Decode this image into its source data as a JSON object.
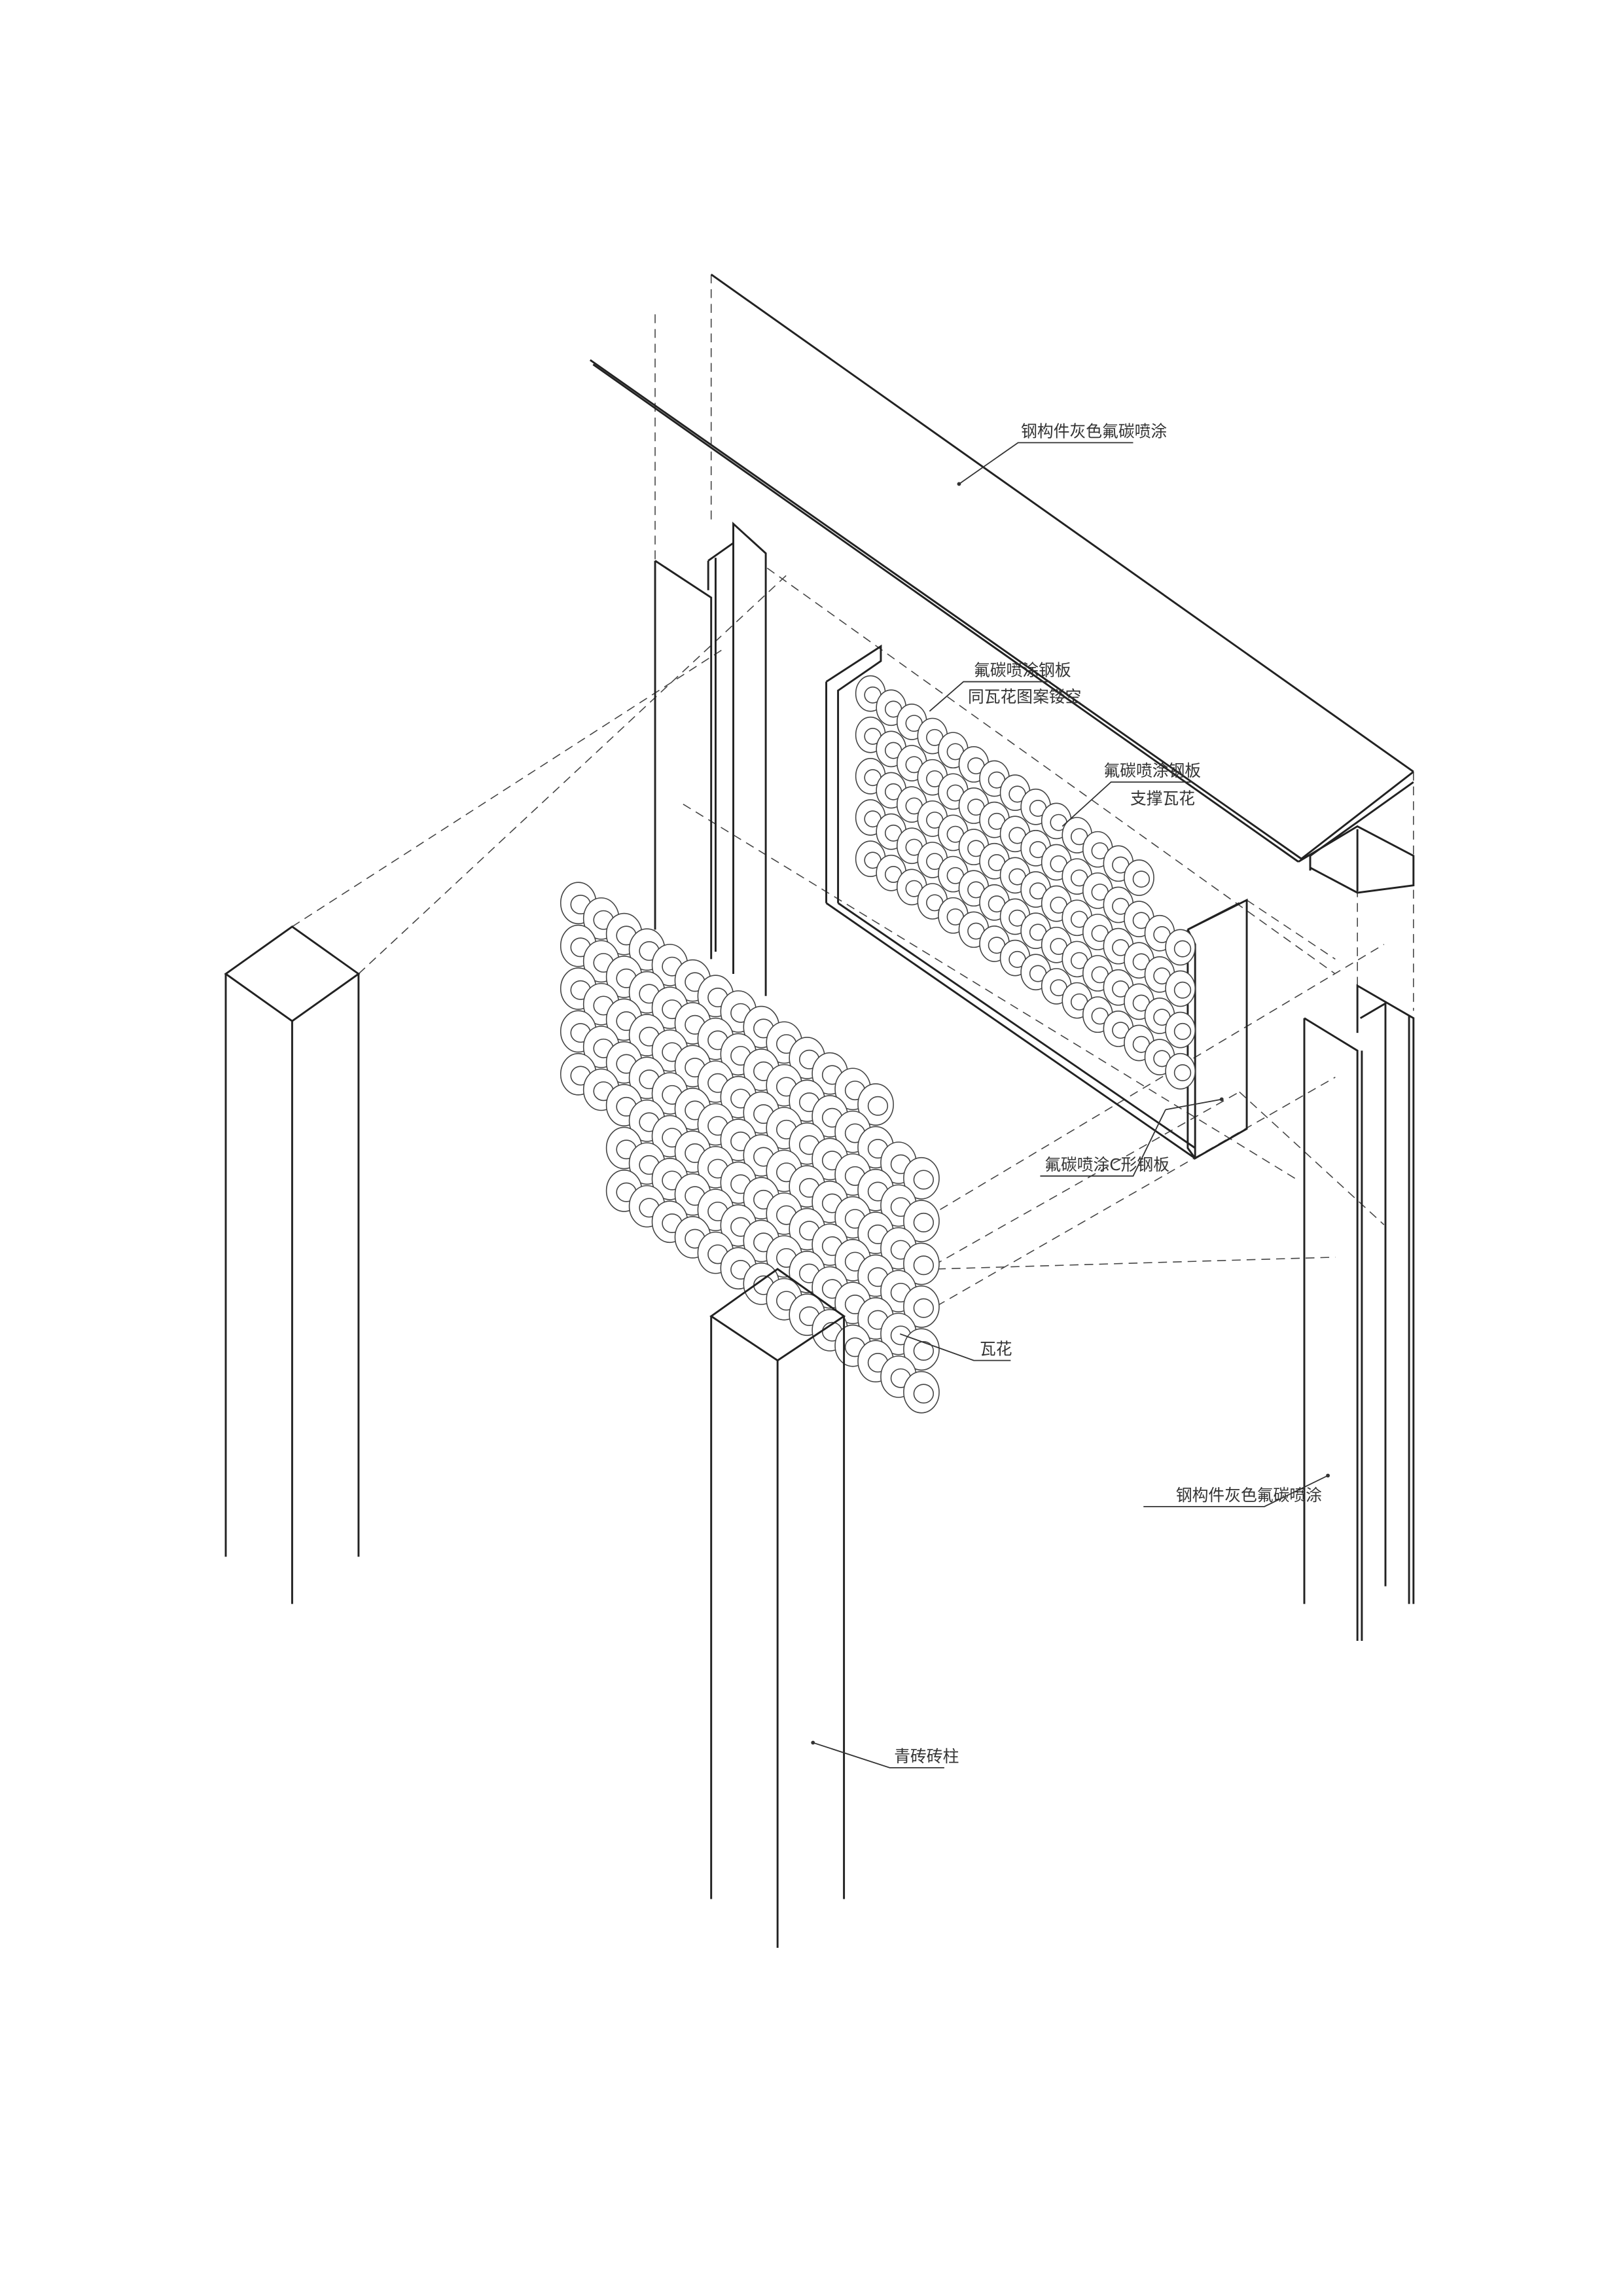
{
  "labels": {
    "top_beam": "钢构件灰色氟碳喷涂",
    "perforated_plate_line1": "氟碳喷涂钢板",
    "perforated_plate_line2": "同瓦花图案镂空",
    "support_plate_line1": "氟碳喷涂钢板",
    "support_plate_line2": "支撑瓦花",
    "c_channel": "氟碳喷涂C形钢板",
    "roof_tile_lattice": "瓦花",
    "right_post": "钢构件灰色氟碳喷涂",
    "brick_column": "青砖砖柱"
  },
  "colors": {
    "line": "#222222",
    "background": "#ffffff"
  }
}
